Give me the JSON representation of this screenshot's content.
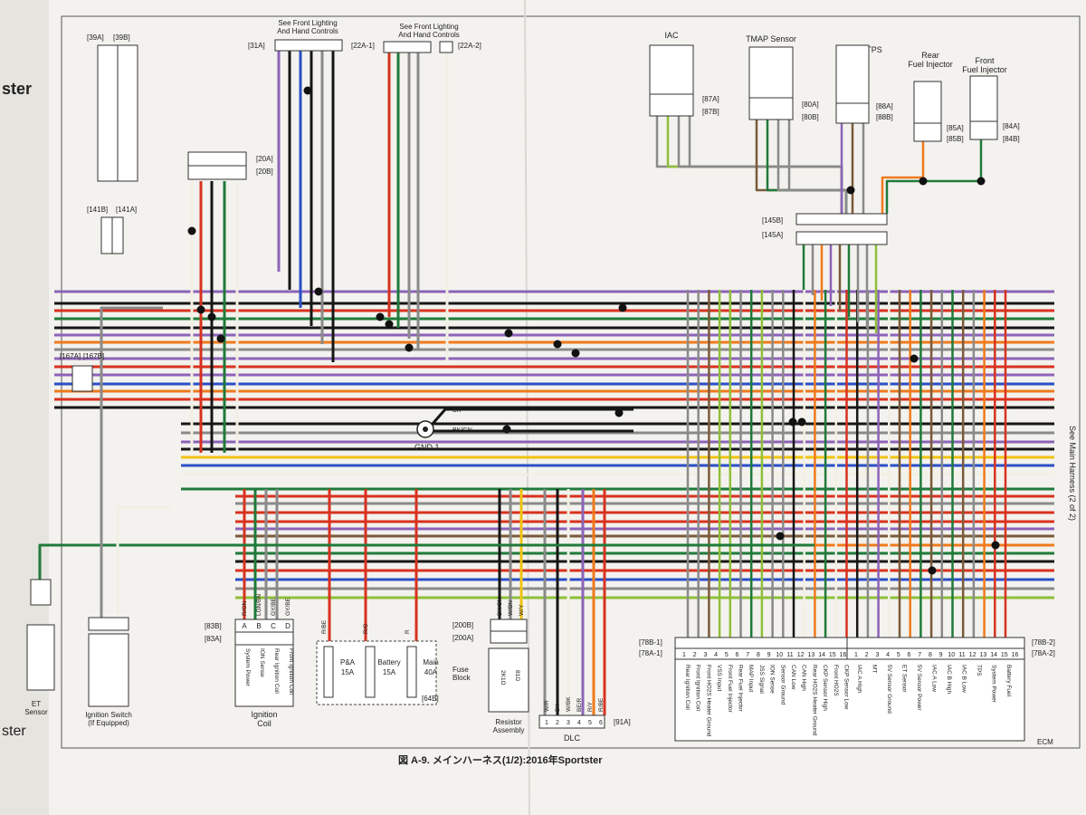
{
  "left_page": {
    "fragment_text": "ster",
    "fragment2_text": "ster"
  },
  "caption": "図 A-9. メインハーネス(1/2):2016年Sportster",
  "side_label": "See Main Harness (2 of 2)",
  "gnd": {
    "label": "GND 1",
    "w1": "BK",
    "w2": "BK/GN"
  },
  "top": {
    "front_lighting_1": "See Front Lighting\nAnd Hand Controls",
    "ref_31A": "[31A]",
    "front_lighting_2": "See Front Lighting\nAnd Hand Controls",
    "ref_22A1": "[22A-1]",
    "ref_22A2": "[22A-2]",
    "ref_39A": "[39A]",
    "ref_39B": "[39B]",
    "ref_20A": "[20A]",
    "ref_20B": "[20B]",
    "ref_141B": "[141B]",
    "ref_141A": "[141A]",
    "ref_167A": "[167A]",
    "ref_167B": "[167B]"
  },
  "sensors": {
    "iac": "IAC",
    "tmap": "TMAP Sensor",
    "tps": "TPS",
    "rear_inj": "Rear\nFuel Injector",
    "front_inj": "Front\nFuel Injector",
    "ref_87A": "[87A]",
    "ref_87B": "[87B]",
    "ref_80A": "[80A]",
    "ref_80B": "[80B]",
    "ref_88A": "[88A]",
    "ref_88B": "[88B]",
    "ref_85A": "[85A]",
    "ref_85B": "[85B]",
    "ref_84A": "[84A]",
    "ref_84B": "[84B]",
    "ref_145B": "[145B]",
    "ref_145A": "[145A]"
  },
  "bottom": {
    "et_sensor": "ET\nSensor",
    "ignition_switch": "Ignition Switch\n(If Equipped)",
    "ignition_coil": "Ignition\nCoil",
    "ref_83B": "[83B]",
    "ref_83A": "[83A]",
    "coil_pins": [
      "A",
      "B",
      "C",
      "D"
    ],
    "coil_functions": [
      "System Power",
      "ION Sense",
      "Rear Ignition Coil",
      "Front Ignition Coil"
    ],
    "coil_wires": [
      "R/GN",
      "LGN/BN",
      "GY/BE",
      "GY/BE"
    ],
    "fuse_block": "Fuse\nBlock",
    "ref_64B": "[64B]",
    "fuses": [
      {
        "name": "P&A",
        "rating": "15A",
        "wire": "R/BE"
      },
      {
        "name": "Battery",
        "rating": "15A",
        "wire": "R/O"
      },
      {
        "name": "Main",
        "rating": "40A",
        "wire": "R"
      }
    ],
    "resistor_assembly": "Resistor\nAssembly",
    "ref_200B": "[200B]",
    "ref_200A": "[200A]",
    "resistor_wires": [
      "BK/GN",
      "W/BN",
      "W/Y"
    ],
    "resistor_parts": [
      "2K1Ω",
      "81Ω"
    ],
    "dlc": "DLC",
    "ref_91A": "[91A]",
    "dlc_wires": [
      "W/R",
      "BK",
      "W/BK",
      "BE/R",
      "R/Y",
      "R/BE"
    ],
    "ecm": "ECM",
    "ref_78B1": "[78B-1]",
    "ref_78A1": "[78A-1]",
    "ref_78B2": "[78B-2]",
    "ref_78A2": "[78A-2]",
    "ecm1_functions": [
      "Rear Ignition Coil",
      "Front Ignition Coil",
      "Front HO2S Heater Ground",
      "VSS Input",
      "Front Fuel Injector",
      "Rear Fuel Injector",
      "MAP Input",
      "JSS Signal",
      "ION Sense",
      "Sensor Ground",
      "CAN Low",
      "CAN High",
      "Rear HO2S Heater Ground",
      "CKP Sensor High",
      "Front HO2S",
      "CKP Sensor Low"
    ],
    "ecm2_functions": [
      "IAC A High",
      "MT",
      "5V Sensor Ground",
      "ET Sensor",
      "5V Sensor Power",
      "IAC A Low",
      "IAC B High",
      "IAC B Low",
      "TPS",
      "System Power",
      "Battery Fuel"
    ]
  },
  "wire_colors": {
    "black": "#161616",
    "red": "#d8321f",
    "orange": "#ef7a1c",
    "yellow": "#f1c313",
    "green": "#1f7a3a",
    "blue": "#2a4fc6",
    "violet": "#8c63b8",
    "gray": "#8a8a8a",
    "brown": "#7a5a3a",
    "white": "#f2f0e4",
    "lgreen": "#8fbf3a",
    "paper": "#f4f3ef"
  }
}
